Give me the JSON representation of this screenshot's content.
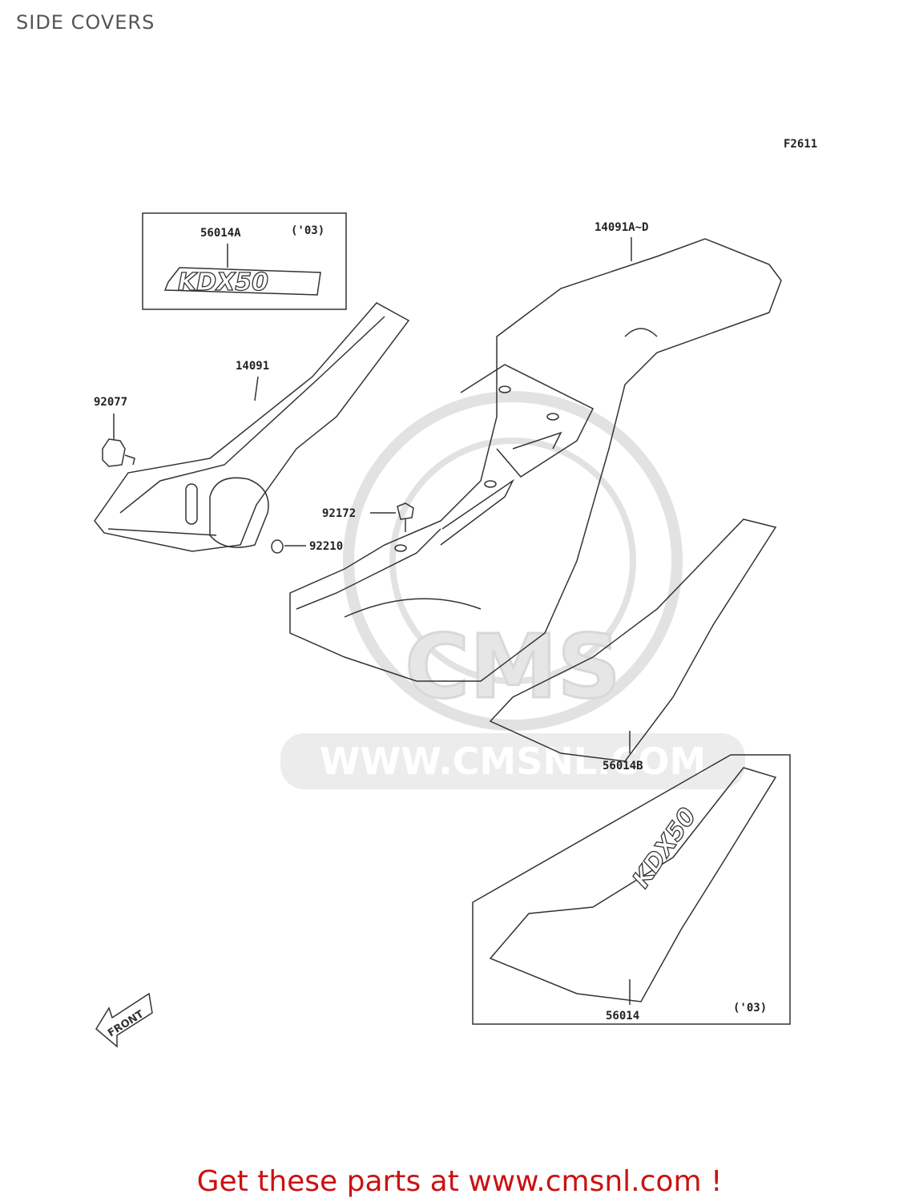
{
  "title": "SIDE COVERS",
  "figure_code": "F2611",
  "labels": {
    "p56014A": "56014A",
    "p56014A_year": "('03)",
    "p14091ad": "14091A~D",
    "p14091": "14091",
    "p92077": "92077",
    "p92172": "92172",
    "p92210": "92210",
    "p56014B": "56014B",
    "p56014": "56014",
    "p56014_year": "('03)"
  },
  "decal_text": "KDX50",
  "front_arrow": "FRONT",
  "watermark": {
    "brand": "CMS",
    "url": "WWW.CMSNL.COM"
  },
  "footer": {
    "link_text": "Get these parts at www.cmsnl.com !"
  },
  "colors": {
    "footer_red": "#cc1111",
    "line": "#333333",
    "watermark": "#e2e2e2"
  }
}
